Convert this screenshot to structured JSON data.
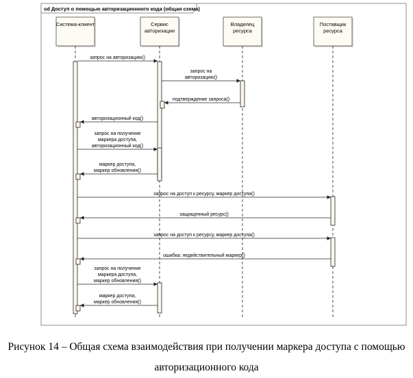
{
  "frame_title": "sd Доступ о помощью авторизационного кода (общая схема)",
  "participants": [
    {
      "label": [
        "Система-клиент"
      ]
    },
    {
      "label": [
        "Сервис",
        "авторизации"
      ]
    },
    {
      "label": [
        "Владелец",
        "ресурса"
      ]
    },
    {
      "label": [
        "Поставщик",
        "ресурса"
      ]
    }
  ],
  "messages": [
    {
      "from": 0,
      "to": 1,
      "lines": [
        "запрос на авторизацию()"
      ],
      "style": "sync"
    },
    {
      "from": 1,
      "to": 2,
      "lines": [
        "запрос на",
        "авторизацию()"
      ],
      "style": "sync"
    },
    {
      "from": 2,
      "to": 1,
      "lines": [
        "подтверждение запроса()"
      ],
      "style": "sync"
    },
    {
      "from": 1,
      "to": 0,
      "lines": [
        "авторизационный код()"
      ],
      "style": "sync"
    },
    {
      "from": 0,
      "to": 1,
      "lines": [
        "запрос на получение",
        "маркера доступа,",
        "авторизационный код()"
      ],
      "style": "sync"
    },
    {
      "from": 1,
      "to": 0,
      "lines": [
        "маркер доступа,",
        "маркер обновления()"
      ],
      "style": "sync"
    },
    {
      "from": 0,
      "to": 3,
      "lines": [
        "запрос на доступ к ресурсу, маркер доступа()"
      ],
      "style": "sync"
    },
    {
      "from": 3,
      "to": 0,
      "lines": [
        "защищенный ресурс()"
      ],
      "style": "sync"
    },
    {
      "from": 0,
      "to": 3,
      "lines": [
        "запрос на доступ к ресурсу, маркер доступа()"
      ],
      "style": "sync"
    },
    {
      "from": 3,
      "to": 0,
      "lines": [
        "ошибка: недействительный маркер()"
      ],
      "style": "sync"
    },
    {
      "from": 0,
      "to": 1,
      "lines": [
        "запрос на получение",
        "маркера доступа,",
        "маркер обновления()"
      ],
      "style": "sync"
    },
    {
      "from": 1,
      "to": 0,
      "lines": [
        "маркер доступа,",
        "маркер обновления()"
      ],
      "style": "sync"
    }
  ],
  "caption": {
    "line1": "Рисунок 14 – Общая схема взаимодействия при получении маркера доступа с помощью",
    "line2": "авторизационного кода"
  },
  "colors": {
    "frame": "#8c8c8c",
    "participant_fill": "#fdfbf3",
    "participant_border": "#6b6b6b",
    "activation_fill": "#fbf6ea",
    "line": "#222222",
    "text": "#000000"
  }
}
